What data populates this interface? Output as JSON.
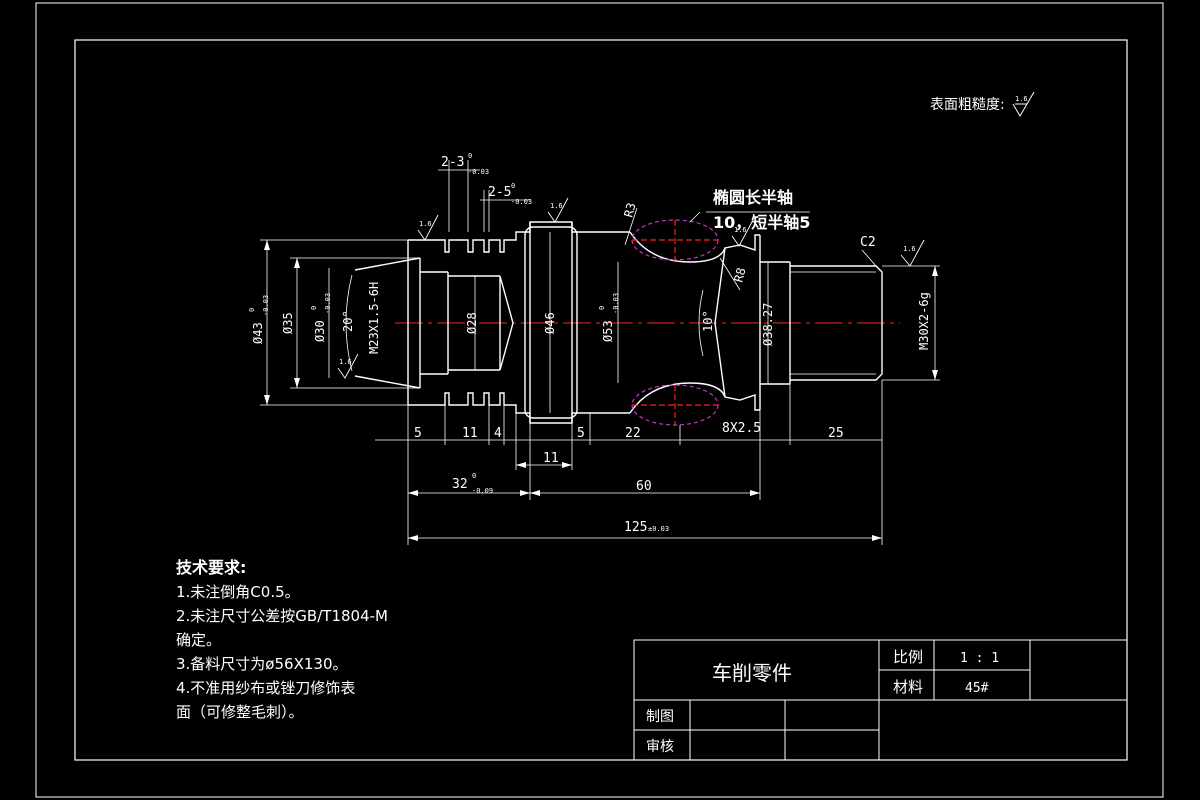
{
  "roughness_note": {
    "label": "表面粗糙度:",
    "value": "1.6"
  },
  "dimensions": {
    "d43": "Ø43",
    "d43_tol_upper": "0",
    "d43_tol_lower": "-0.03",
    "d35": "Ø35",
    "d30": "Ø30",
    "d30_tol_upper": "0",
    "d30_tol_lower": "-0.03",
    "angle20": "20°",
    "thread_m23": "M23X1.5-6H",
    "d28": "Ø28",
    "d46": "Ø46",
    "d53": "Ø53",
    "d53_tol_upper": "0",
    "d53_tol_lower": "-0.03",
    "angle10": "10°",
    "d38": "Ø38.27",
    "thread_m30": "M30X2-6g",
    "groove1": "2-3",
    "groove1_tol_upper": "0",
    "groove1_tol_lower": "-0.03",
    "groove2": "2-5",
    "groove2_tol_upper": "0",
    "groove2_tol_lower": "-0.03",
    "r3": "R3",
    "r8": "R8",
    "chamfer_c2": "C2",
    "ellipse_label_1": "椭圆长半轴",
    "ellipse_label_2": "10，短半轴5",
    "len5a": "5",
    "len11a": "11",
    "len4": "4",
    "len5b": "5",
    "len22": "22",
    "len8x25": "8X2.5",
    "len25": "25",
    "len11b": "11",
    "len32": "32",
    "len32_tol_upper": "0",
    "len32_tol_lower": "-0.09",
    "len60": "60",
    "len125": "125",
    "len125_tol": "±0.03",
    "rough_a": "1.6",
    "rough_b": "1.6",
    "rough_c": "1.6",
    "rough_d": "1.6",
    "rough_e": "1.6"
  },
  "tech_requirements": {
    "title": "技术要求:",
    "line1": "1.未注倒角C0.5。",
    "line2": "2.未注尺寸公差按GB/T1804-M",
    "line3": "确定。",
    "line4": "3.备料尺寸为ø56X130。",
    "line5": "4.不准用纱布或锉刀修饰表",
    "line6": "面（可修整毛刺）。"
  },
  "title_block": {
    "part_name": "车削零件",
    "scale_label": "比例",
    "scale_value": "1 : 1",
    "material_label": "材料",
    "material_value": "45#",
    "drawn_label": "制图",
    "checked_label": "审核"
  },
  "colors": {
    "background": "#000000",
    "outline": "#ffffff",
    "centerline": "#ff2020",
    "ellipse": "#cc33cc"
  }
}
